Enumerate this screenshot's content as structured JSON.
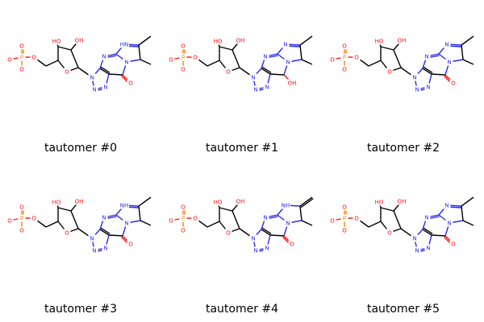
{
  "captions": [
    "tautomer #0",
    "tautomer #1",
    "tautomer #2",
    "tautomer #3",
    "tautomer #4",
    "tautomer #5"
  ],
  "atom_colors": {
    "O": "#ff0d0d",
    "N": "#2b2bf0",
    "P": "#ff8000",
    "C": "#000000"
  },
  "atom_labels": {
    "phosphate": [
      "O",
      "P",
      "O",
      "O",
      "O"
    ],
    "ribose": [
      "HO",
      "OH",
      "O"
    ],
    "base_t0": [
      "N",
      "N",
      "N",
      "N",
      "N",
      "HN",
      "O"
    ],
    "base_t1": [
      "N",
      "N",
      "N",
      "N",
      "N",
      "N",
      "OH"
    ],
    "base_t2": [
      "N",
      "N",
      "N",
      "N",
      "N",
      "N",
      "O"
    ],
    "base_t3": [
      "N",
      "N",
      "N",
      "N",
      "N",
      "NH",
      "O"
    ],
    "base_t4": [
      "N",
      "N",
      "N",
      "N",
      "N",
      "NH",
      "O"
    ],
    "base_t5": [
      "N",
      "N",
      "N",
      "N",
      "N",
      "N",
      "O"
    ]
  }
}
